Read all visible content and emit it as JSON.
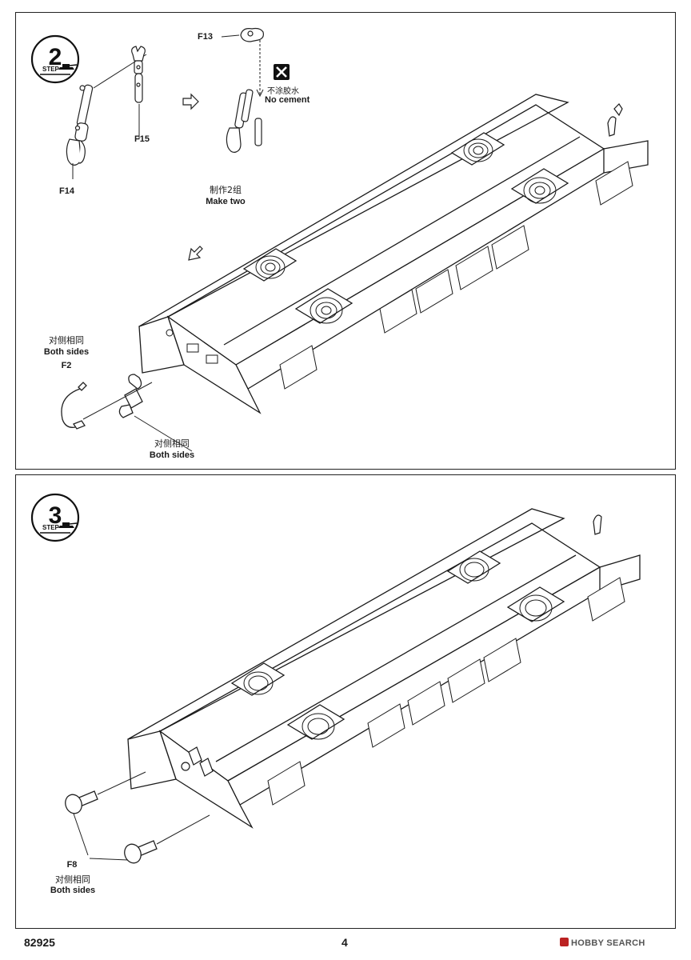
{
  "steps": [
    {
      "number": "2",
      "label": "STEP",
      "annotations": {
        "part_f13": "F13",
        "part_f14": "F14",
        "part_f15": "F15",
        "part_f2": "F2",
        "no_cement_cn": "不涂胶水",
        "no_cement_en": "No cement",
        "make_two_cn": "制作2组",
        "make_two_en": "Make two",
        "both_sides_cn_1": "对侧相同",
        "both_sides_en_1": "Both sides",
        "both_sides_cn_2": "对侧相同",
        "both_sides_en_2": "Both sides"
      }
    },
    {
      "number": "3",
      "label": "STEP",
      "annotations": {
        "part_f8": "F8",
        "both_sides_cn": "对侧相同",
        "both_sides_en": "Both sides"
      }
    }
  ],
  "footer": {
    "catalog_number": "82925",
    "page_number": "4",
    "watermark": "HOBBY SEARCH"
  }
}
